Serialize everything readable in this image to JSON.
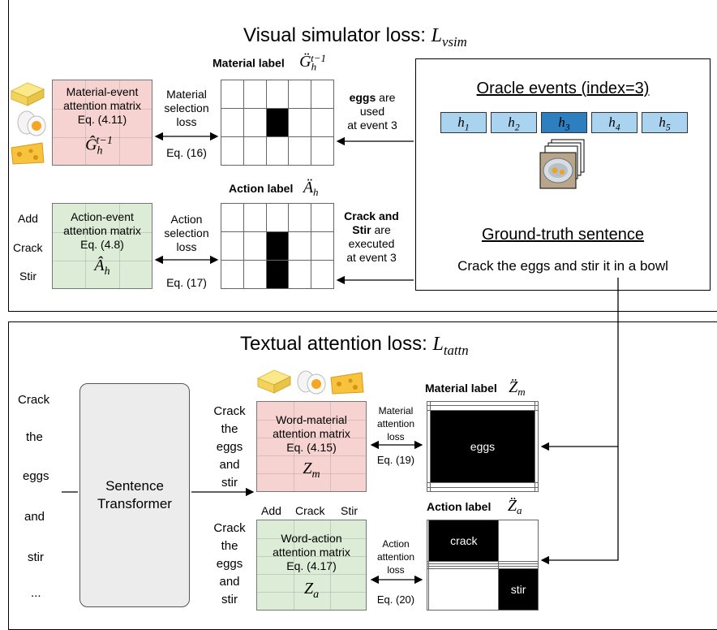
{
  "top": {
    "title": "Visual simulator loss: ",
    "title_symbol": "L",
    "title_sub": "vsim",
    "material_label": {
      "text": "Material label",
      "symbol": "G̈",
      "sub": "h",
      "sup": "t−1"
    },
    "action_label": {
      "text": "Action label",
      "symbol": "Ä",
      "sub": "h"
    },
    "material_matrix": {
      "line1": "Material-event",
      "line2": "attention matrix",
      "line3": "Eq. (4.11)",
      "symbol": "Ĝ",
      "sub": "h",
      "sup": "t−1"
    },
    "action_matrix": {
      "line1": "Action-event",
      "line2": "attention matrix",
      "line3": "Eq. (4.8)",
      "symbol": "Â",
      "sub": "h"
    },
    "material_loss": {
      "line1": "Material",
      "line2": "selection",
      "line3": "loss",
      "eq": "Eq. (16)"
    },
    "action_loss": {
      "line1": "Action",
      "line2": "selection",
      "line3": "loss",
      "eq": "Eq. (17)"
    },
    "action_words": [
      "Add",
      "Crack",
      "Stir"
    ],
    "eggs_note": {
      "bold": "eggs",
      "rest1": " are",
      "line2": "used",
      "line3": "at event 3"
    },
    "crack_note": {
      "line1": "Crack and",
      "line2a": "Stir",
      "line2b": " are",
      "line3": "executed",
      "line4": "at event 3"
    },
    "oracle": {
      "title": "Oracle events (index=3)",
      "events": [
        {
          "symbol": "h",
          "sub": "1"
        },
        {
          "symbol": "h",
          "sub": "2"
        },
        {
          "symbol": "h",
          "sub": "3"
        },
        {
          "symbol": "h",
          "sub": "4"
        },
        {
          "symbol": "h",
          "sub": "5"
        }
      ],
      "selected_index": 2,
      "gt_title": "Ground-truth sentence",
      "sentence": "Crack the eggs and stir it in a bowl"
    }
  },
  "bottom": {
    "title": "Textual attention loss: ",
    "title_symbol": "L",
    "title_sub": "tattn",
    "input_words": [
      "Crack",
      "the",
      "eggs",
      "and",
      "stir",
      "..."
    ],
    "transformer": {
      "line1": "Sentence",
      "line2": "Transformer"
    },
    "row_words_material": [
      "Crack",
      "the",
      "eggs",
      "and",
      "stir"
    ],
    "row_words_action": [
      "Crack",
      "the",
      "eggs",
      "and",
      "stir"
    ],
    "col_words_action": [
      "Add",
      "Crack",
      "Stir"
    ],
    "material_matrix": {
      "line1": "Word-material",
      "line2": "attention matrix",
      "line3": "Eq. (4.15)",
      "symbol": "Z",
      "sub": "m"
    },
    "action_matrix": {
      "line1": "Word-action",
      "line2": "attention matrix",
      "line3": "Eq. (4.17)",
      "symbol": "Z",
      "sub": "a"
    },
    "material_loss": {
      "line1": "Material",
      "line2": "attention",
      "line3": "loss",
      "eq": "Eq. (19)"
    },
    "action_loss": {
      "line1": "Action",
      "line2": "attention",
      "line3": "loss",
      "eq": "Eq. (20)"
    },
    "material_label": {
      "text": "Material label",
      "symbol": "Z̈",
      "sub": "m"
    },
    "action_label": {
      "text": "Action label",
      "symbol": "Z̈",
      "sub": "a"
    },
    "cell_eggs": "eggs",
    "cell_crack": "crack",
    "cell_stir": "stir"
  }
}
